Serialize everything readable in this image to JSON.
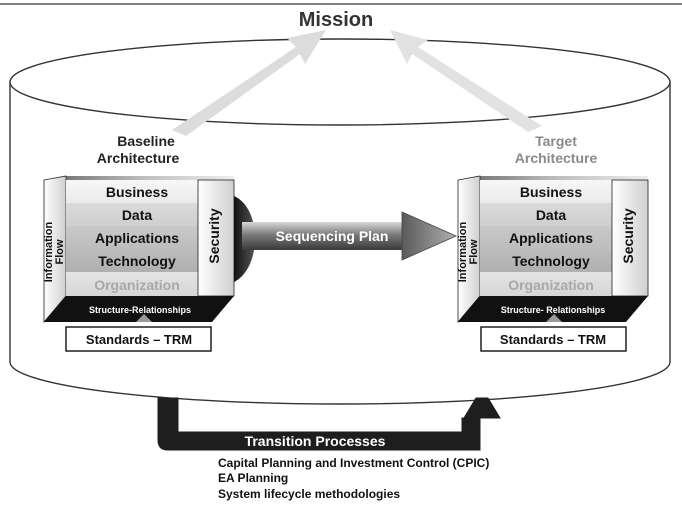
{
  "title": "Mission",
  "baseline": {
    "label_line1": "Baseline",
    "label_line2": "Architecture",
    "layers": [
      "Business",
      "Data",
      "Applications",
      "Technology",
      "Organization"
    ],
    "side_left_line1": "Information",
    "side_left_line2": "Flow",
    "side_right": "Security",
    "base_bar": "Structure-Relationships",
    "standards": "Standards – TRM"
  },
  "target": {
    "label_line1": "Target",
    "label_line2": "Architecture",
    "layers": [
      "Business",
      "Data",
      "Applications",
      "Technology",
      "Organization"
    ],
    "side_left_line1": "Information",
    "side_left_line2": "Flow",
    "side_right": "Security",
    "base_bar": "Structure- Relationships",
    "standards": "Standards – TRM"
  },
  "sequencing_plan": "Sequencing Plan",
  "transition": {
    "label": "Transition Processes",
    "items": [
      "Capital Planning and Investment Control (CPIC)",
      "EA Planning",
      "System lifecycle methodologies"
    ]
  },
  "colors": {
    "ink": "#111111",
    "arrow_dark": "#1e1e1e",
    "mission_arrow": "#d9d9d9",
    "organization_text": "#a8a8a8",
    "target_label_text": "#8a8a8a"
  }
}
